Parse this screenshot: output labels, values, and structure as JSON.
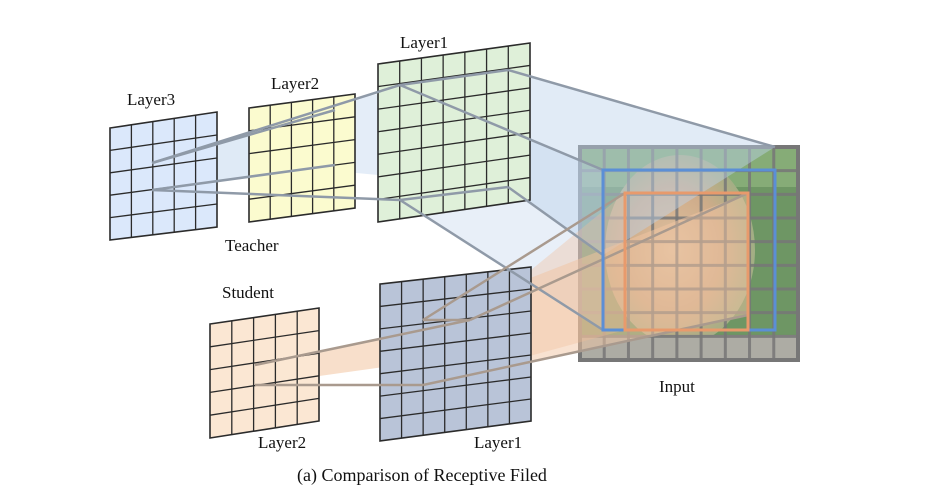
{
  "labels": {
    "teacher_layer3": "Layer3",
    "teacher_layer2": "Layer2",
    "teacher_layer1": "Layer1",
    "teacher": "Teacher",
    "student": "Student",
    "student_layer2": "Layer2",
    "student_layer1": "Layer1",
    "input": "Input"
  },
  "caption": "(a) Comparison of Receptive Filed",
  "colors": {
    "teacher_layer3_fill": "#dbe8fb",
    "teacher_layer2_fill": "#fbfbcf",
    "teacher_layer1_fill": "#dff0d9",
    "student_layer2_fill": "#fbe7d3",
    "student_layer1_fill": "#b9c4d8",
    "grid_stroke": "#2b2b2b",
    "teacher_beam": "#b9cfe8",
    "student_beam": "#f2c5a4",
    "teacher_box": "#5b8fd6",
    "student_box": "#e89a6c",
    "input_grid": "#777777",
    "photo_green": "#5f8d4e",
    "photo_cat": "#c9a27a"
  }
}
